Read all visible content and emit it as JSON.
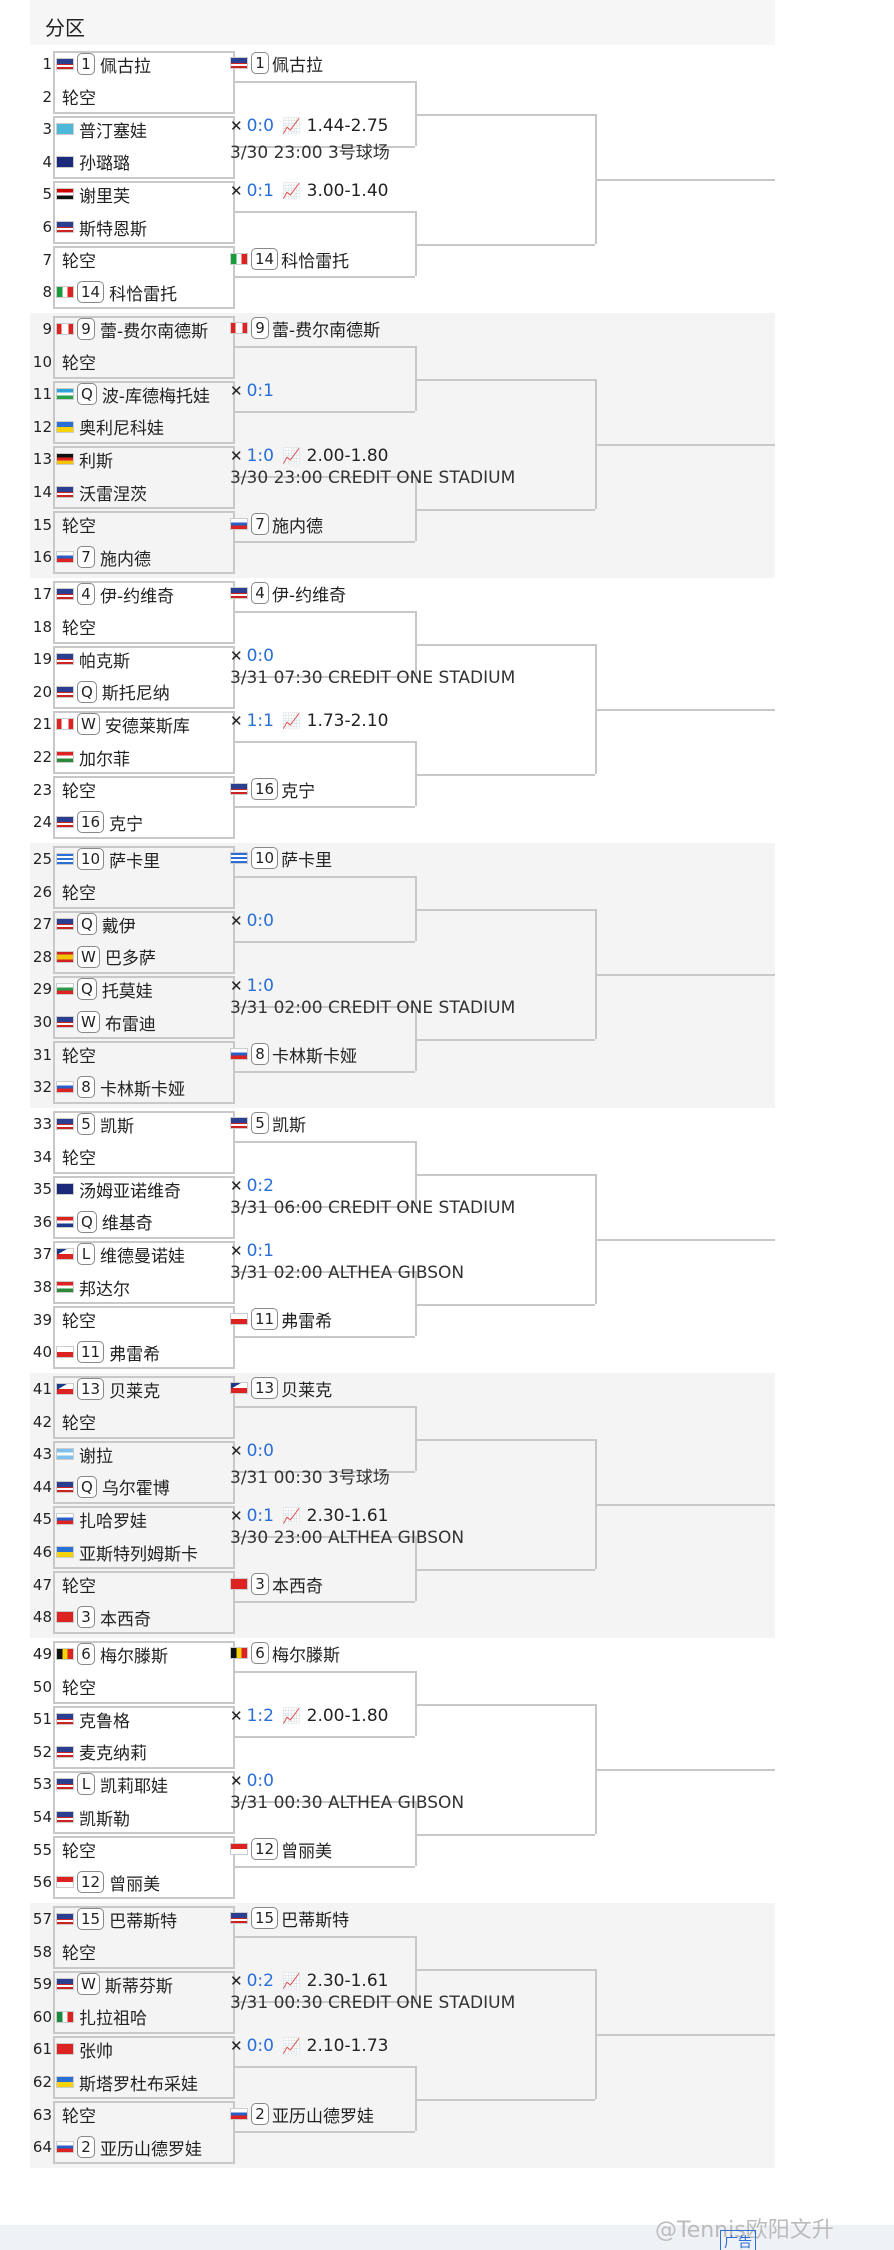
{
  "header": {
    "title": "分区"
  },
  "footer": {
    "ad_label": "广告",
    "watermark": "@Tennis欧阳文升"
  },
  "bye_label": "轮空",
  "players": [
    {
      "n": "1",
      "flag": "US",
      "seed": "1",
      "name": "佩古拉"
    },
    {
      "n": "2",
      "bye": true
    },
    {
      "n": "3",
      "flag": "KZ",
      "name": "普汀塞娃"
    },
    {
      "n": "4",
      "flag": "AU",
      "name": "孙璐璐"
    },
    {
      "n": "5",
      "flag": "EG",
      "name": "谢里芙"
    },
    {
      "n": "6",
      "flag": "US",
      "name": "斯特恩斯"
    },
    {
      "n": "7",
      "bye": true
    },
    {
      "n": "8",
      "flag": "IT",
      "seed": "14",
      "name": "科恰雷托"
    },
    {
      "n": "9",
      "flag": "CA",
      "seed": "9",
      "name": "蕾-费尔南德斯"
    },
    {
      "n": "10",
      "bye": true
    },
    {
      "n": "11",
      "flag": "UZ",
      "seed": "Q",
      "name": "波-库德梅托娃"
    },
    {
      "n": "12",
      "flag": "UA",
      "name": "奥利尼科娃"
    },
    {
      "n": "13",
      "flag": "DE",
      "name": "利斯"
    },
    {
      "n": "14",
      "flag": "US",
      "name": "沃雷涅茨"
    },
    {
      "n": "15",
      "bye": true
    },
    {
      "n": "16",
      "flag": "RU",
      "seed": "7",
      "name": "施内德"
    },
    {
      "n": "17",
      "flag": "US",
      "seed": "4",
      "name": "伊-约维奇"
    },
    {
      "n": "18",
      "bye": true
    },
    {
      "n": "19",
      "flag": "US",
      "name": "帕克斯"
    },
    {
      "n": "20",
      "flag": "US",
      "seed": "Q",
      "name": "斯托尼纳"
    },
    {
      "n": "21",
      "flag": "CA",
      "seed": "W",
      "name": "安德莱斯库"
    },
    {
      "n": "22",
      "flag": "HU",
      "name": "加尔菲"
    },
    {
      "n": "23",
      "bye": true
    },
    {
      "n": "24",
      "flag": "US",
      "seed": "16",
      "name": "克宁"
    },
    {
      "n": "25",
      "flag": "GR",
      "seed": "10",
      "name": "萨卡里"
    },
    {
      "n": "26",
      "bye": true
    },
    {
      "n": "27",
      "flag": "US",
      "seed": "Q",
      "name": "戴伊"
    },
    {
      "n": "28",
      "flag": "ES",
      "seed": "W",
      "name": "巴多萨"
    },
    {
      "n": "29",
      "flag": "BG",
      "seed": "Q",
      "name": "托莫娃"
    },
    {
      "n": "30",
      "flag": "US",
      "seed": "W",
      "name": "布雷迪"
    },
    {
      "n": "31",
      "bye": true
    },
    {
      "n": "32",
      "flag": "RU",
      "seed": "8",
      "name": "卡林斯卡娅"
    },
    {
      "n": "33",
      "flag": "US",
      "seed": "5",
      "name": "凯斯"
    },
    {
      "n": "34",
      "bye": true
    },
    {
      "n": "35",
      "flag": "AU",
      "name": "汤姆亚诺维奇"
    },
    {
      "n": "36",
      "flag": "HR",
      "seed": "Q",
      "name": "维基奇"
    },
    {
      "n": "37",
      "flag": "CZ",
      "seed": "L",
      "name": "维德曼诺娃"
    },
    {
      "n": "38",
      "flag": "HU",
      "name": "邦达尔"
    },
    {
      "n": "39",
      "bye": true
    },
    {
      "n": "40",
      "flag": "PL",
      "seed": "11",
      "name": "弗雷希"
    },
    {
      "n": "41",
      "flag": "CZ",
      "seed": "13",
      "name": "贝莱克"
    },
    {
      "n": "42",
      "bye": true
    },
    {
      "n": "43",
      "flag": "AR",
      "name": "谢拉"
    },
    {
      "n": "44",
      "flag": "US",
      "seed": "Q",
      "name": "乌尔霍博"
    },
    {
      "n": "45",
      "flag": "RU",
      "name": "扎哈罗娃"
    },
    {
      "n": "46",
      "flag": "UA",
      "name": "亚斯特列姆斯卡"
    },
    {
      "n": "47",
      "bye": true
    },
    {
      "n": "48",
      "flag": "CH",
      "seed": "3",
      "name": "本西奇"
    },
    {
      "n": "49",
      "flag": "BE",
      "seed": "6",
      "name": "梅尔滕斯"
    },
    {
      "n": "50",
      "bye": true
    },
    {
      "n": "51",
      "flag": "US",
      "name": "克鲁格"
    },
    {
      "n": "52",
      "flag": "US",
      "name": "麦克纳莉"
    },
    {
      "n": "53",
      "flag": "US",
      "seed": "L",
      "name": "凯莉耶娃"
    },
    {
      "n": "54",
      "flag": "US",
      "name": "凯斯勒"
    },
    {
      "n": "55",
      "bye": true
    },
    {
      "n": "56",
      "flag": "ID",
      "seed": "12",
      "name": "曾丽美"
    },
    {
      "n": "57",
      "flag": "US",
      "seed": "15",
      "name": "巴蒂斯特"
    },
    {
      "n": "58",
      "bye": true
    },
    {
      "n": "59",
      "flag": "US",
      "seed": "W",
      "name": "斯蒂芬斯"
    },
    {
      "n": "60",
      "flag": "MX",
      "name": "扎拉祖哈"
    },
    {
      "n": "61",
      "flag": "CN",
      "name": "张帅"
    },
    {
      "n": "62",
      "flag": "UA",
      "name": "斯塔罗杜布采娃"
    },
    {
      "n": "63",
      "bye": true
    },
    {
      "n": "64",
      "flag": "RU",
      "seed": "2",
      "name": "亚历山德罗娃"
    }
  ],
  "sections": [
    {
      "w1": {
        "flag": "US",
        "seed": "1",
        "name": "佩古拉"
      },
      "w2": {
        "flag": "IT",
        "seed": "14",
        "name": "科恰雷托"
      },
      "m1": {
        "score": "0:0",
        "odds": "1.44-2.75",
        "time": "3/30 23:00 3号球场"
      },
      "m2": {
        "score": "0:1",
        "odds": "3.00-1.40",
        "time": ""
      }
    },
    {
      "w1": {
        "flag": "CA",
        "seed": "9",
        "name": "蕾-费尔南德斯"
      },
      "w2": {
        "flag": "RU",
        "seed": "7",
        "name": "施内德"
      },
      "m1": {
        "score": "0:1",
        "odds": "",
        "time": ""
      },
      "m2": {
        "score": "1:0",
        "odds": "2.00-1.80",
        "time": "3/30 23:00 CREDIT ONE STADIUM"
      }
    },
    {
      "w1": {
        "flag": "US",
        "seed": "4",
        "name": "伊-约维奇"
      },
      "w2": {
        "flag": "US",
        "seed": "16",
        "name": "克宁"
      },
      "m1": {
        "score": "0:0",
        "odds": "",
        "time": "3/31 07:30 CREDIT ONE STADIUM"
      },
      "m2": {
        "score": "1:1",
        "odds": "1.73-2.10",
        "time": ""
      }
    },
    {
      "w1": {
        "flag": "GR",
        "seed": "10",
        "name": "萨卡里"
      },
      "w2": {
        "flag": "RU",
        "seed": "8",
        "name": "卡林斯卡娅"
      },
      "m1": {
        "score": "0:0",
        "odds": "",
        "time": ""
      },
      "m2": {
        "score": "1:0",
        "odds": "",
        "time": "3/31 02:00 CREDIT ONE STADIUM"
      }
    },
    {
      "w1": {
        "flag": "US",
        "seed": "5",
        "name": "凯斯"
      },
      "w2": {
        "flag": "PL",
        "seed": "11",
        "name": "弗雷希"
      },
      "m1": {
        "score": "0:2",
        "odds": "",
        "time": "3/31 06:00 CREDIT ONE STADIUM"
      },
      "m2": {
        "score": "0:1",
        "odds": "",
        "time": "3/31 02:00 ALTHEA GIBSON"
      }
    },
    {
      "w1": {
        "flag": "CZ",
        "seed": "13",
        "name": "贝莱克"
      },
      "w2": {
        "flag": "CH",
        "seed": "3",
        "name": "本西奇"
      },
      "m1": {
        "score": "0:0",
        "odds": "",
        "time": "3/31 00:30 3号球场"
      },
      "m2": {
        "score": "0:1",
        "odds": "2.30-1.61",
        "time": "3/30 23:00 ALTHEA GIBSON"
      }
    },
    {
      "w1": {
        "flag": "BE",
        "seed": "6",
        "name": "梅尔滕斯"
      },
      "w2": {
        "flag": "ID",
        "seed": "12",
        "name": "曾丽美"
      },
      "m1": {
        "score": "1:2",
        "odds": "2.00-1.80",
        "time": ""
      },
      "m2": {
        "score": "0:0",
        "odds": "",
        "time": "3/31 00:30 ALTHEA GIBSON"
      }
    },
    {
      "w1": {
        "flag": "US",
        "seed": "15",
        "name": "巴蒂斯特"
      },
      "w2": {
        "flag": "RU",
        "seed": "2",
        "name": "亚历山德罗娃"
      },
      "m1": {
        "score": "0:2",
        "odds": "2.30-1.61",
        "time": "3/31 00:30 CREDIT ONE STADIUM"
      },
      "m2": {
        "score": "0:0",
        "odds": "2.10-1.73",
        "time": ""
      }
    }
  ]
}
